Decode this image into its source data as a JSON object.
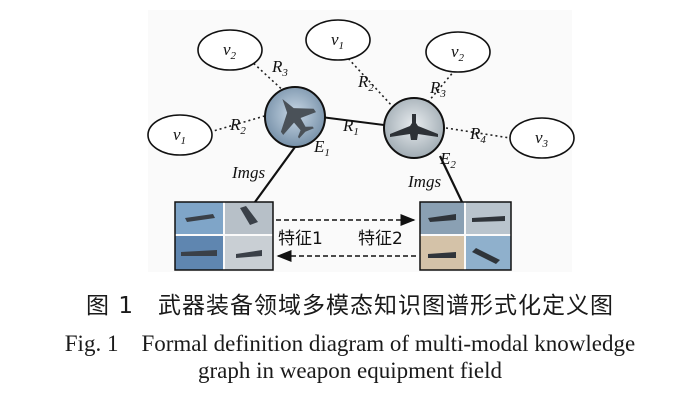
{
  "figure": {
    "nodes": [
      {
        "id": "v2_left",
        "label": "v",
        "sub": "2"
      },
      {
        "id": "v1_left",
        "label": "v",
        "sub": "1"
      },
      {
        "id": "v1_top",
        "label": "v",
        "sub": "1"
      },
      {
        "id": "v2_right",
        "label": "v",
        "sub": "2"
      },
      {
        "id": "v3_right",
        "label": "v",
        "sub": "3"
      }
    ],
    "entities": [
      {
        "id": "E1",
        "label": "E",
        "sub": "1"
      },
      {
        "id": "E2",
        "label": "E",
        "sub": "2"
      }
    ],
    "relations": [
      {
        "id": "R3_left",
        "label": "R",
        "sub": "3"
      },
      {
        "id": "R2_left",
        "label": "R",
        "sub": "2"
      },
      {
        "id": "R1",
        "label": "R",
        "sub": "1"
      },
      {
        "id": "R2_right",
        "label": "R",
        "sub": "2"
      },
      {
        "id": "R3_right",
        "label": "R",
        "sub": "3"
      },
      {
        "id": "R4",
        "label": "R",
        "sub": "4"
      }
    ],
    "imgs_label": "Imgs",
    "feature_left": "特征1",
    "feature_right": "特征2"
  },
  "caption": {
    "zh": "图 1　武器装备领域多模态知识图谱形式化定义图",
    "en_line1": "Fig. 1　Formal definition diagram of multi-modal knowledge",
    "en_line2": "graph in weapon equipment field"
  }
}
